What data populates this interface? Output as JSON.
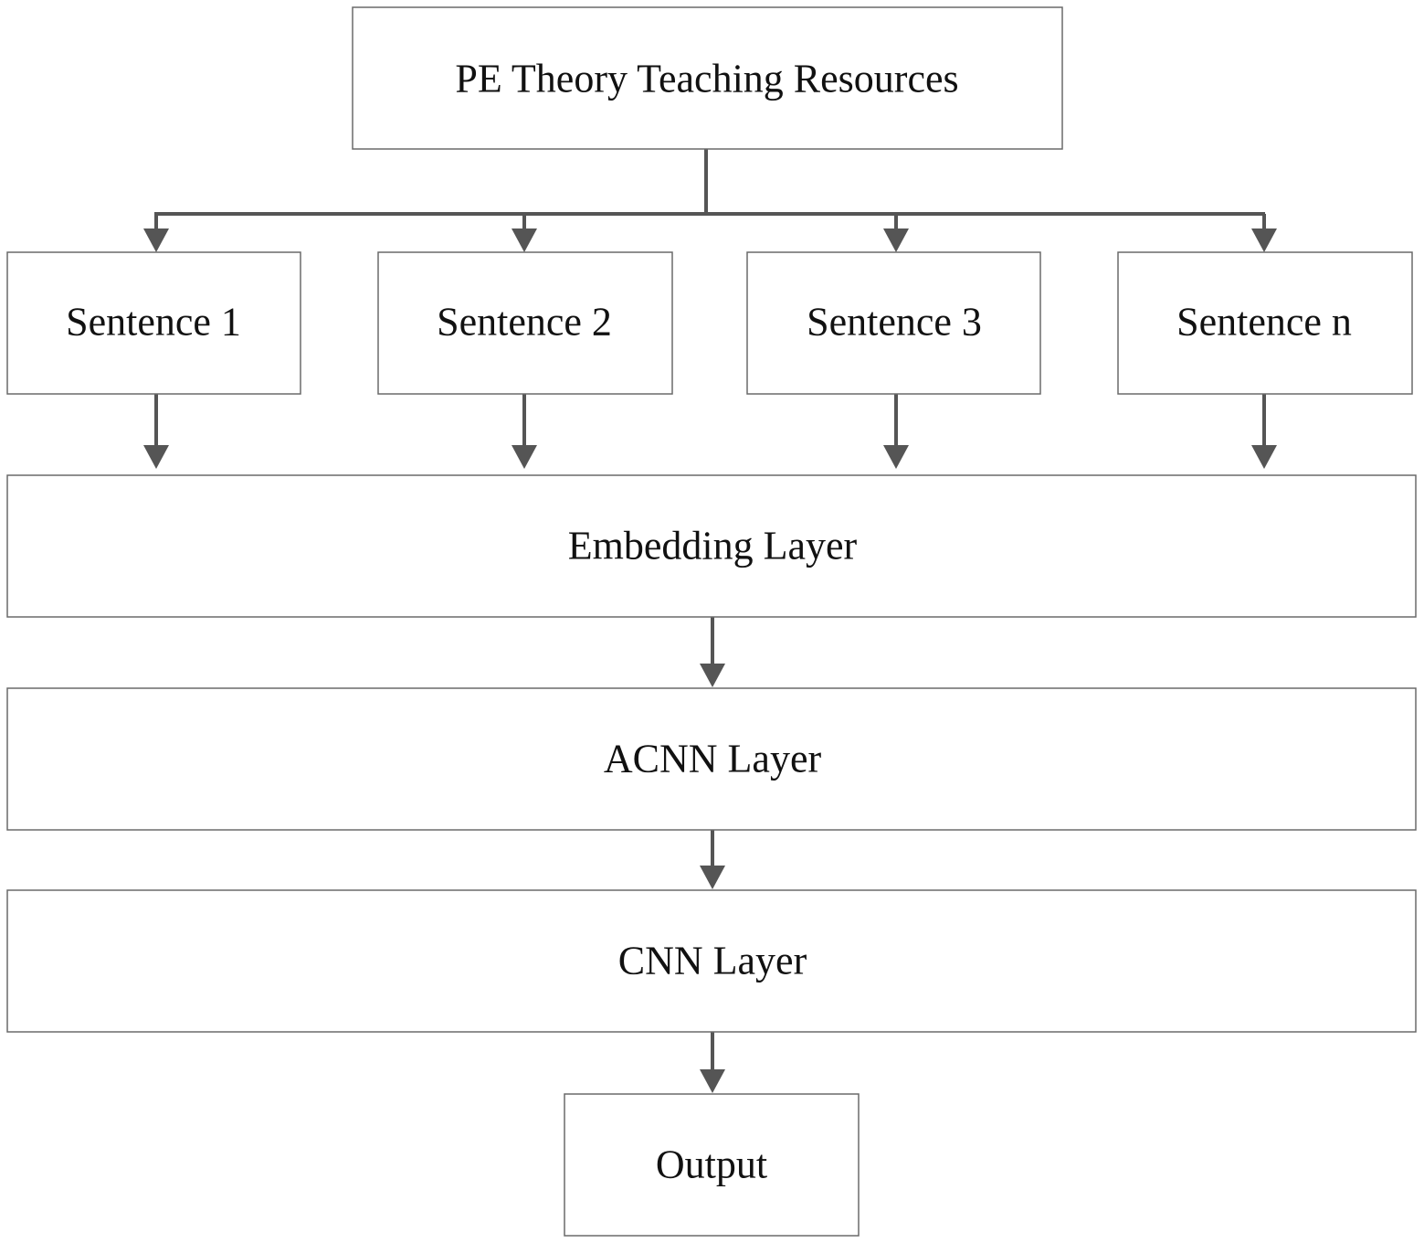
{
  "diagram": {
    "nodes": {
      "resources": "PE Theory Teaching Resources",
      "sentence_1": "Sentence 1",
      "sentence_2": "Sentence 2",
      "sentence_3": "Sentence 3",
      "sentence_n": "Sentence n",
      "embedding_layer": "Embedding Layer",
      "acnn_layer": "ACNN Layer",
      "cnn_layer": "CNN Layer",
      "output": "Output"
    },
    "edges": [
      {
        "from": "resources",
        "to": "sentence_1"
      },
      {
        "from": "resources",
        "to": "sentence_2"
      },
      {
        "from": "resources",
        "to": "sentence_3"
      },
      {
        "from": "resources",
        "to": "sentence_n"
      },
      {
        "from": "sentence_1",
        "to": "embedding_layer"
      },
      {
        "from": "sentence_2",
        "to": "embedding_layer"
      },
      {
        "from": "sentence_3",
        "to": "embedding_layer"
      },
      {
        "from": "sentence_n",
        "to": "embedding_layer"
      },
      {
        "from": "embedding_layer",
        "to": "acnn_layer"
      },
      {
        "from": "acnn_layer",
        "to": "cnn_layer"
      },
      {
        "from": "cnn_layer",
        "to": "output"
      }
    ]
  }
}
